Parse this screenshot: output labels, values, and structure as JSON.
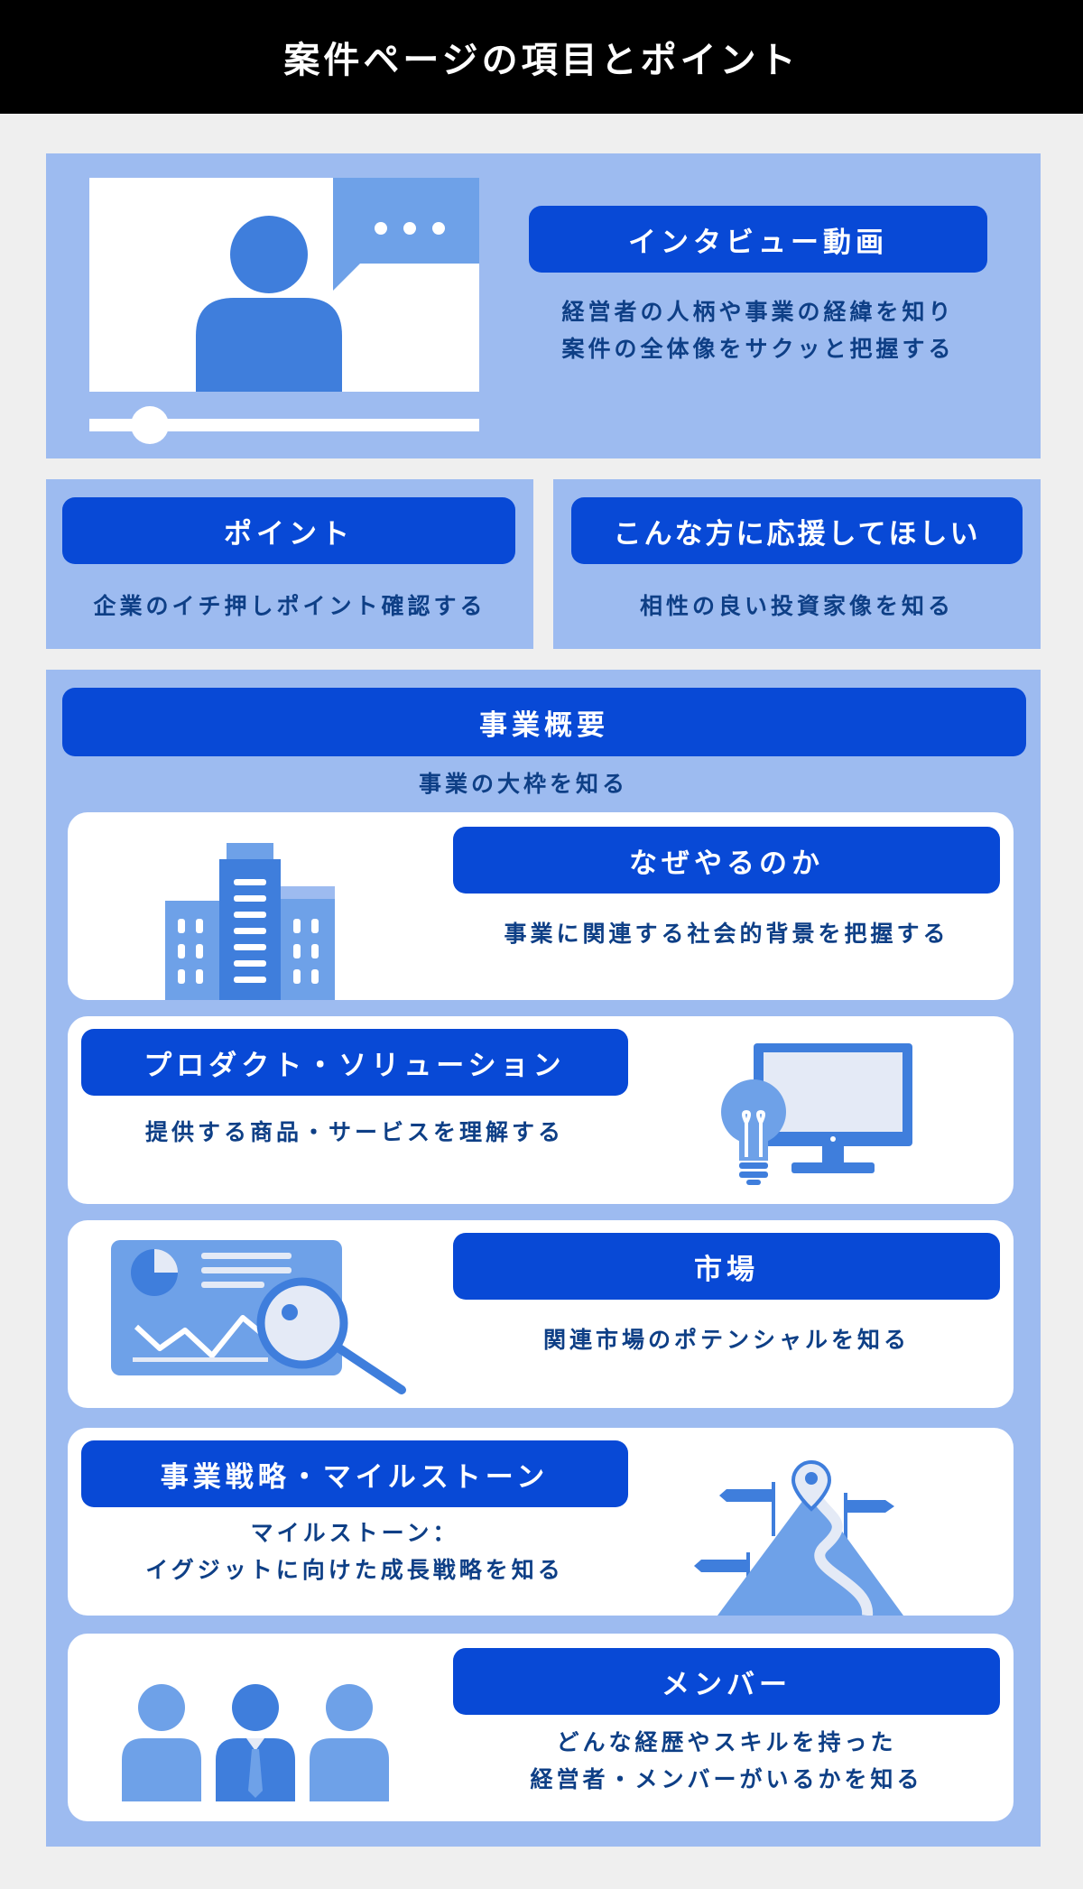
{
  "header": {
    "title": "案件ページの項目とポイント"
  },
  "interview": {
    "label": "インタビュー動画",
    "desc": [
      "経営者の人柄や事業の経緯を知り",
      "案件の全体像をサクッと把握する"
    ],
    "icon": "video-interview-icon"
  },
  "point": {
    "label": "ポイント",
    "desc": "企業のイチ押しポイント確認する"
  },
  "target": {
    "label": "こんな方に応援してほしい",
    "desc": "相性の良い投資家像を知る"
  },
  "overview": {
    "label": "事業概要",
    "desc": "事業の大枠を知る",
    "items": [
      {
        "label": "なぜやるのか",
        "desc": [
          "事業に関連する社会的背景を把握する"
        ],
        "icon": "buildings-icon"
      },
      {
        "label": "プロダクト・ソリューション",
        "desc": [
          "提供する商品・サービスを理解する"
        ],
        "icon": "monitor-bulb-icon"
      },
      {
        "label": "市場",
        "desc": [
          "関連市場のポテンシャルを知る"
        ],
        "icon": "market-analysis-icon"
      },
      {
        "label": "事業戦略・マイルストーン",
        "desc": [
          "マイルストーン：",
          "イグジットに向けた成長戦略を知る"
        ],
        "icon": "mountain-flag-icon"
      },
      {
        "label": "メンバー",
        "desc": [
          "どんな経歴やスキルを持った",
          "経営者・メンバーがいるかを知る"
        ],
        "icon": "team-members-icon"
      }
    ]
  },
  "colors": {
    "accent": "#0849d6",
    "panel": "#9dbbf0",
    "text": "#0e3f86",
    "header_bg": "#000000"
  }
}
